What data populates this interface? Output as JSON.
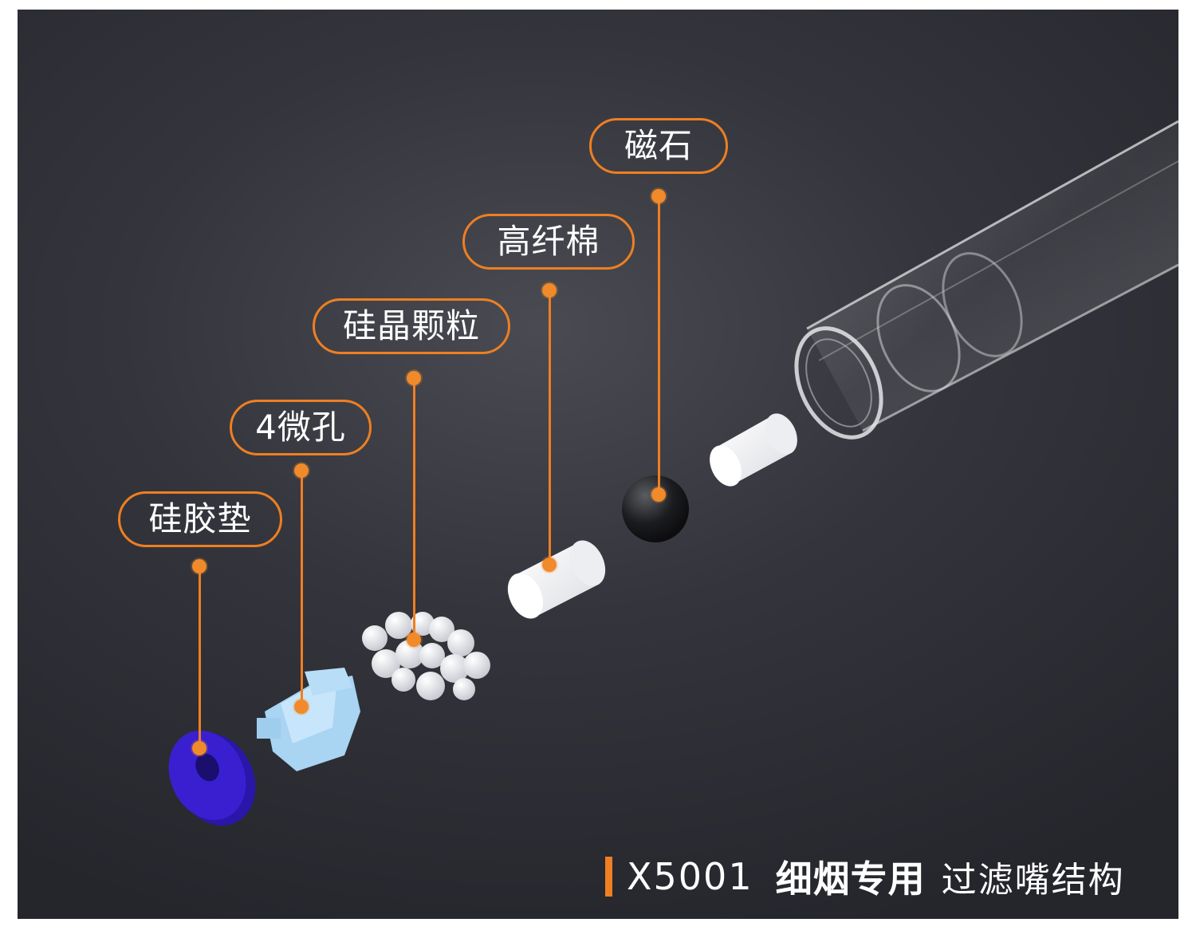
{
  "callouts": {
    "silicone_pad": "硅胶垫",
    "micro_holes": "4微孔",
    "silica_particles": "硅晶颗粒",
    "high_fiber_cotton": "高纤棉",
    "magnet": "磁石"
  },
  "caption": {
    "model": "X5001",
    "emphasis": "细烟专用",
    "rest": "过滤嘴结构"
  },
  "colors": {
    "accent": "#ee7f22",
    "background": "#34353c",
    "silicone_pad": "#3a1fd0",
    "micro_hole_part": "#a9d4f2"
  }
}
